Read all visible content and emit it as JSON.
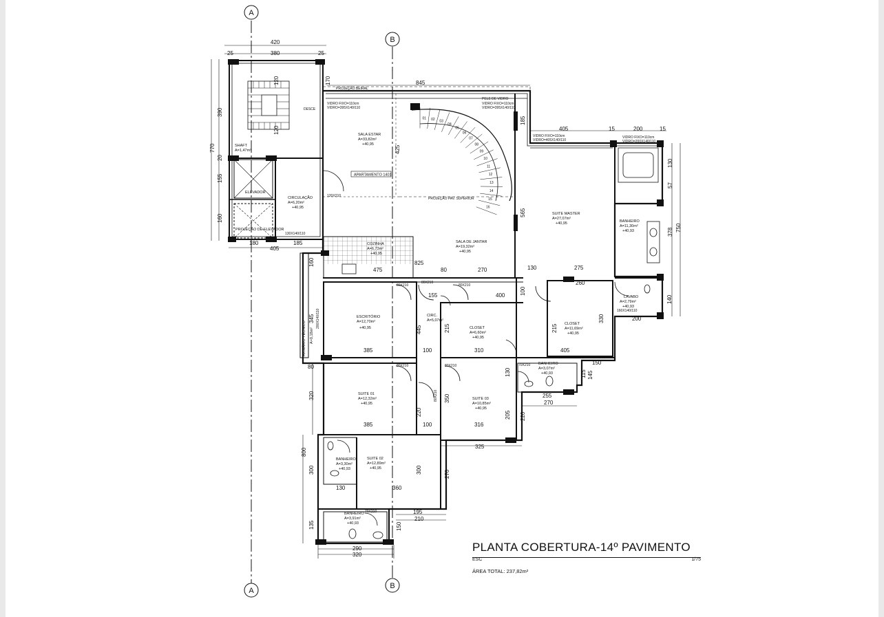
{
  "title": {
    "name": "PLANTA COBERTURA-14º PAVIMENTO",
    "scale_label": "ESC",
    "scale_value": "1/75",
    "total_area": "ÁREA TOTAL: 237,82m²"
  },
  "grid_markers": {
    "a": "A",
    "b": "B"
  },
  "rooms": {
    "sala_estar": {
      "name": "SALA ESTAR",
      "area": "A=33,82m²",
      "level": "+40,95"
    },
    "apartamento": {
      "name": "APARTAMENTO 1401"
    },
    "circulacao": {
      "name": "CIRCULAÇÃO",
      "area": "A=6,20m²",
      "level": "+40,95"
    },
    "shaft": {
      "name": "SHAFT",
      "area": "A=1,47m²"
    },
    "elevador": {
      "name": "ELEVADOR"
    },
    "projecao_elevador": {
      "name": "PROJEÇÃO DE ELEVADOR"
    },
    "cozinha": {
      "name": "COZINHA",
      "area": "A=6,73m²",
      "level": "+40,95"
    },
    "sala_jantar": {
      "name": "SALA DE JANTAR",
      "area": "A=19,32m²",
      "level": "+40,95"
    },
    "suite_master": {
      "name": "SUITE MASTER",
      "area": "A=27,07m²",
      "level": "+40,95"
    },
    "banheiro_master": {
      "name": "BANHEIRO",
      "area": "A=11,30m²",
      "level": "+40,93"
    },
    "lavabo": {
      "name": "LAVABO",
      "area": "A=2,79m²",
      "level": "+40,93"
    },
    "escritorio": {
      "name": "ESCRITÓRIO",
      "area": "A=12,70m²",
      "level": "+40,95"
    },
    "circ": {
      "name": "CIRC.",
      "area": "A=5,07m²"
    },
    "closet_1": {
      "name": "CLOSET",
      "area": "A=6,60m²",
      "level": "+40,95"
    },
    "closet_2": {
      "name": "CLOSET",
      "area": "A=11,69m²",
      "level": "+40,95"
    },
    "suite_01": {
      "name": "SUITE 01",
      "area": "A=12,32m²",
      "level": "+40,95"
    },
    "suite_02": {
      "name": "SUITE 02",
      "area": "A=12,89m²",
      "level": "+40,95"
    },
    "suite_03": {
      "name": "SUITE 03",
      "area": "A=10,85m²",
      "level": "+40,95"
    },
    "banheiro_s03": {
      "name": "BANHEIRO",
      "area": "A=3,07m²",
      "level": "+40,93"
    },
    "banheiro_s02": {
      "name": "BANHEIRO",
      "area": "A=3,30m²",
      "level": "+40,93"
    },
    "banheiro_s01": {
      "name": "BANHEIRO",
      "area": "A=3,91m²",
      "level": "+40,93"
    },
    "armario_tecnico": {
      "name": "ARMÁRIO TÉCNICO",
      "area": "A=0,18m²"
    }
  },
  "notes": {
    "projecao_beiral": "PROJEÇÃO BEIRAL",
    "pele_de_vidro": "PELE DE VIDRO",
    "vidro_fixo_1": "VIDRO FIXO=110cm",
    "vidro_1": "VIDRO=395X140/110",
    "vidro_fixo_2": "VIDRO FIXO=110cm",
    "vidro_2": "VIDRO=395X140/110",
    "vidro_fixo_3": "VIDRO FIXO=110cm",
    "vidro_3": "VIDRO=405X140/110",
    "vidro_fixo_4": "VIDRO FIXO=110cm",
    "vidro_4": "VIDRO=200X140/110",
    "projecao_pav_superior": "PROJEÇÃO PAV. SUPERIOR",
    "desce": "DESCE",
    "door_120": "120X210",
    "win_130": "130X140/110",
    "door_80a": "80X210",
    "door_80b": "80X210",
    "door_80c": "80X210",
    "door_80d": "80X210",
    "door_80e": "80X210",
    "door_80f": "80X210",
    "win_160": "160X140/110",
    "win_200": "200X140/110",
    "door_70a": "70X210",
    "door_70b": "70X210"
  },
  "dimensions": {
    "d420": "420",
    "d380": "380",
    "d25a": "25",
    "d25b": "25",
    "d845": "845",
    "d170": "170",
    "d405a": "405",
    "d200a": "200",
    "d15a": "15",
    "d15b": "15",
    "d390": "390",
    "d770": "770",
    "d120a": "120",
    "d120b": "120",
    "d155a": "155",
    "d160a": "160",
    "d20": "20",
    "d180": "180",
    "d185a": "185",
    "d405b": "405",
    "d425": "425",
    "d185b": "185",
    "d565": "565",
    "d130a": "130",
    "d57": "57",
    "d378": "378",
    "d750": "750",
    "d825": "825",
    "d475": "475",
    "d80a": "80",
    "d270a": "270",
    "d130b": "130",
    "d275": "275",
    "d160b": "160",
    "d155b": "155",
    "d400": "400",
    "d100a": "100",
    "d260": "260",
    "d140": "140",
    "d200b": "200",
    "d345": "345",
    "d445": "445",
    "d385a": "385",
    "d100b": "100",
    "d310": "310",
    "d215a": "215",
    "d215b": "215",
    "d330": "330",
    "d405c": "405",
    "d150a": "150",
    "d80b": "80",
    "d320a": "320",
    "d350": "350",
    "d130c": "130",
    "d255": "255",
    "d270b": "270",
    "d115": "115",
    "d145": "145",
    "d385b": "385",
    "d100c": "100",
    "d316": "316",
    "d220a": "220",
    "d205": "205",
    "d220b": "220",
    "d325": "325",
    "d800": "800",
    "d300a": "300",
    "d300b": "300",
    "d270c": "270",
    "d360": "360",
    "d130d": "130",
    "d195": "195",
    "d210": "210",
    "d135": "135",
    "d150b": "150",
    "d290": "290",
    "d320b": "320"
  },
  "stair_steps": [
    "01",
    "02",
    "03",
    "04",
    "05",
    "06",
    "07",
    "08",
    "09",
    "10",
    "11",
    "12",
    "13",
    "14",
    "15",
    "16"
  ]
}
